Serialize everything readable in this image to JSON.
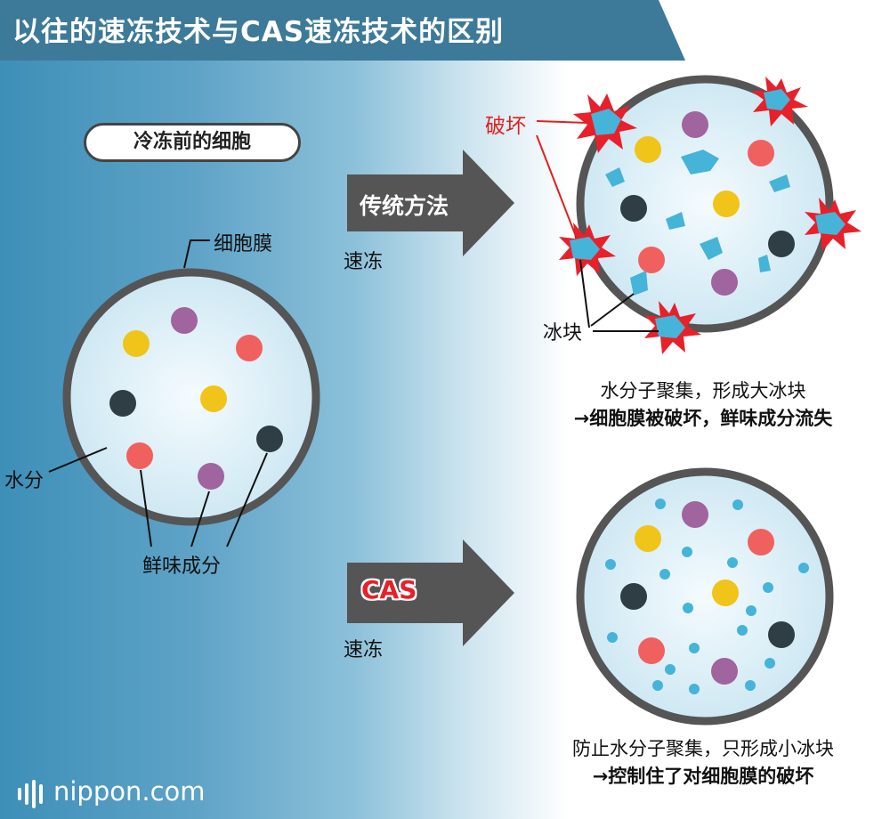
{
  "title": "以往的速冻技术与CAS速冻技术的区别",
  "left": {
    "pill_label": "冷冻前的细胞",
    "membrane_label": "细胞膜",
    "water_label": "水分",
    "flavor_label": "鲜味成分"
  },
  "top": {
    "arrow_label": "传统方法",
    "sub_label": "速冻",
    "damage_label": "破坏",
    "ice_label": "冰块",
    "caption_line1": "水分子聚集，形成大冰块",
    "caption_line2": "→细胞膜被破坏，鲜味成分流失"
  },
  "bottom": {
    "arrow_label": "CAS",
    "sub_label": "速冻",
    "caption_line1": "防止水分子聚集，只形成小冰块",
    "caption_line2": "→控制住了对细胞膜的破坏"
  },
  "brand": {
    "name": "nippon",
    "domain": ".com"
  },
  "colors": {
    "title_bar": "#3d7a99",
    "arrow": "#555555",
    "membrane": "#555555",
    "cell_fill": "#d6edf6",
    "yellow": "#f0c419",
    "purple": "#a0649e",
    "red": "#f0605f",
    "dark": "#2e3e44",
    "ice": "#45b4d8",
    "burst": "#e8202a"
  }
}
